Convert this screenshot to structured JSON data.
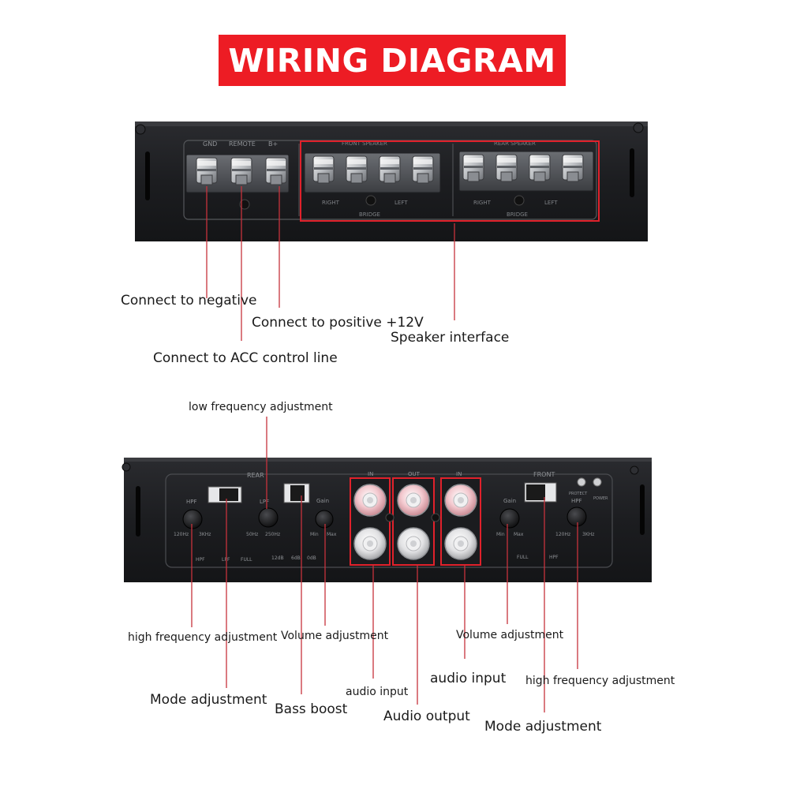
{
  "title": "WIRING DIAGRAM",
  "colors": {
    "title_bg": "#ed1c24",
    "title_text": "#ffffff",
    "callout": "#c7323c",
    "panel": "#1e1f22",
    "highlight": "#e0212b"
  },
  "top_panel": {
    "power_labels": [
      "GND",
      "REMOTE",
      "B+"
    ],
    "front_speaker_label": "FRONT SPEAKER",
    "rear_speaker_label": "REAR SPEAKER",
    "speaker_channel_labels": [
      "RIGHT",
      "LEFT",
      "RIGHT",
      "LEFT"
    ],
    "bridge_label": "BRIDGE"
  },
  "bottom_panel": {
    "rear_label": "REAR",
    "front_label": "FRONT",
    "rca_labels": [
      "IN",
      "OUT",
      "IN"
    ],
    "markings": {
      "hpf": "HPF",
      "lpf": "LPF",
      "gain": "Gain",
      "hpf_range": [
        "120Hz",
        "3KHz"
      ],
      "lpf_range": [
        "50Hz",
        "250Hz"
      ],
      "gain_range": [
        "Min",
        "Max"
      ],
      "mode_rear": [
        "HPF",
        "LPF",
        "FULL"
      ],
      "bass_boost": [
        "12dB",
        "6dB",
        "0dB"
      ],
      "mode_front": [
        "FULL",
        "HPF"
      ],
      "power": "POWER",
      "protect": "PROTECT"
    }
  },
  "callouts": {
    "negative": "Connect to negative",
    "acc": "Connect to ACC control line",
    "positive": "Connect to positive +12V",
    "speaker": "Speaker interface",
    "low_freq": "low frequency adjustment",
    "high_freq_left": "high frequency adjustment",
    "mode_left": "Mode adjustment",
    "bass_boost": "Bass boost",
    "volume_left": "Volume adjustment",
    "audio_input_left": "audio input",
    "audio_output": "Audio output",
    "audio_input_right": "audio input",
    "volume_right": "Volume adjustment",
    "high_freq_right": "high frequency adjustment",
    "mode_right": "Mode adjustment"
  }
}
